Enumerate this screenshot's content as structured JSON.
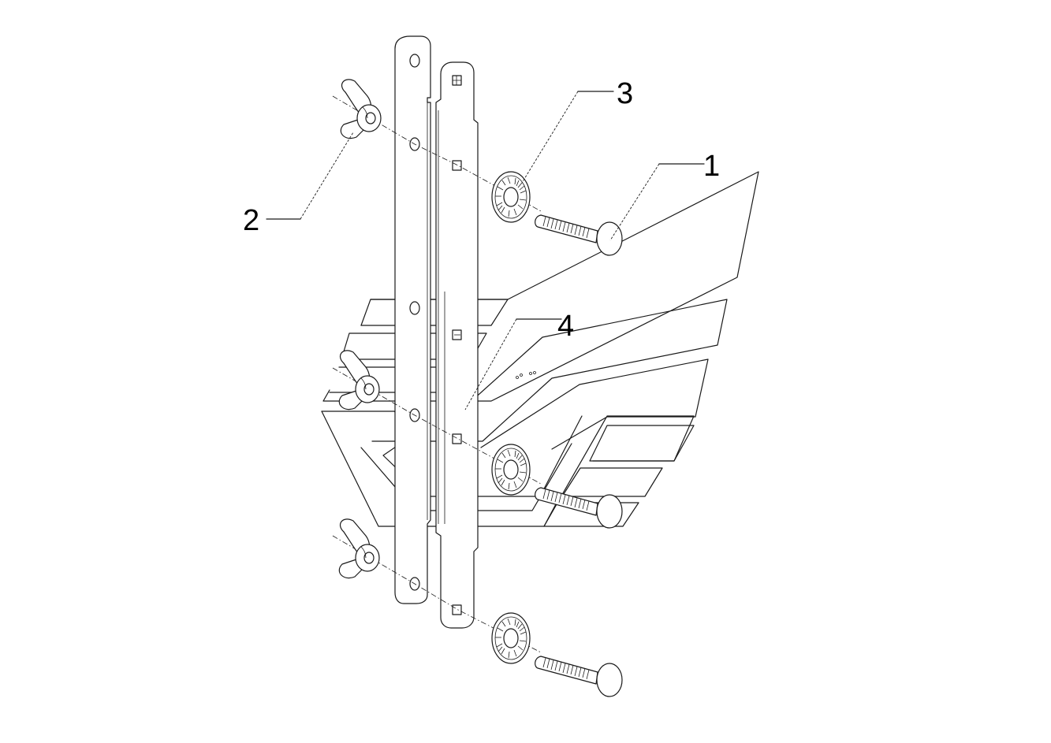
{
  "diagram": {
    "callouts": [
      {
        "label": "1",
        "part": "carriage-bolt"
      },
      {
        "label": "2",
        "part": "wing-nut"
      },
      {
        "label": "3",
        "part": "serrated-washer"
      },
      {
        "label": "4",
        "part": "sign-panel"
      }
    ],
    "icons": [
      "wing-nut-icon",
      "serrated-washer-icon",
      "carriage-bolt-icon",
      "bracket-strip-icon",
      "sign-panel-icon"
    ],
    "colors": {
      "line": "#1a1a1a",
      "background": "#ffffff"
    }
  }
}
